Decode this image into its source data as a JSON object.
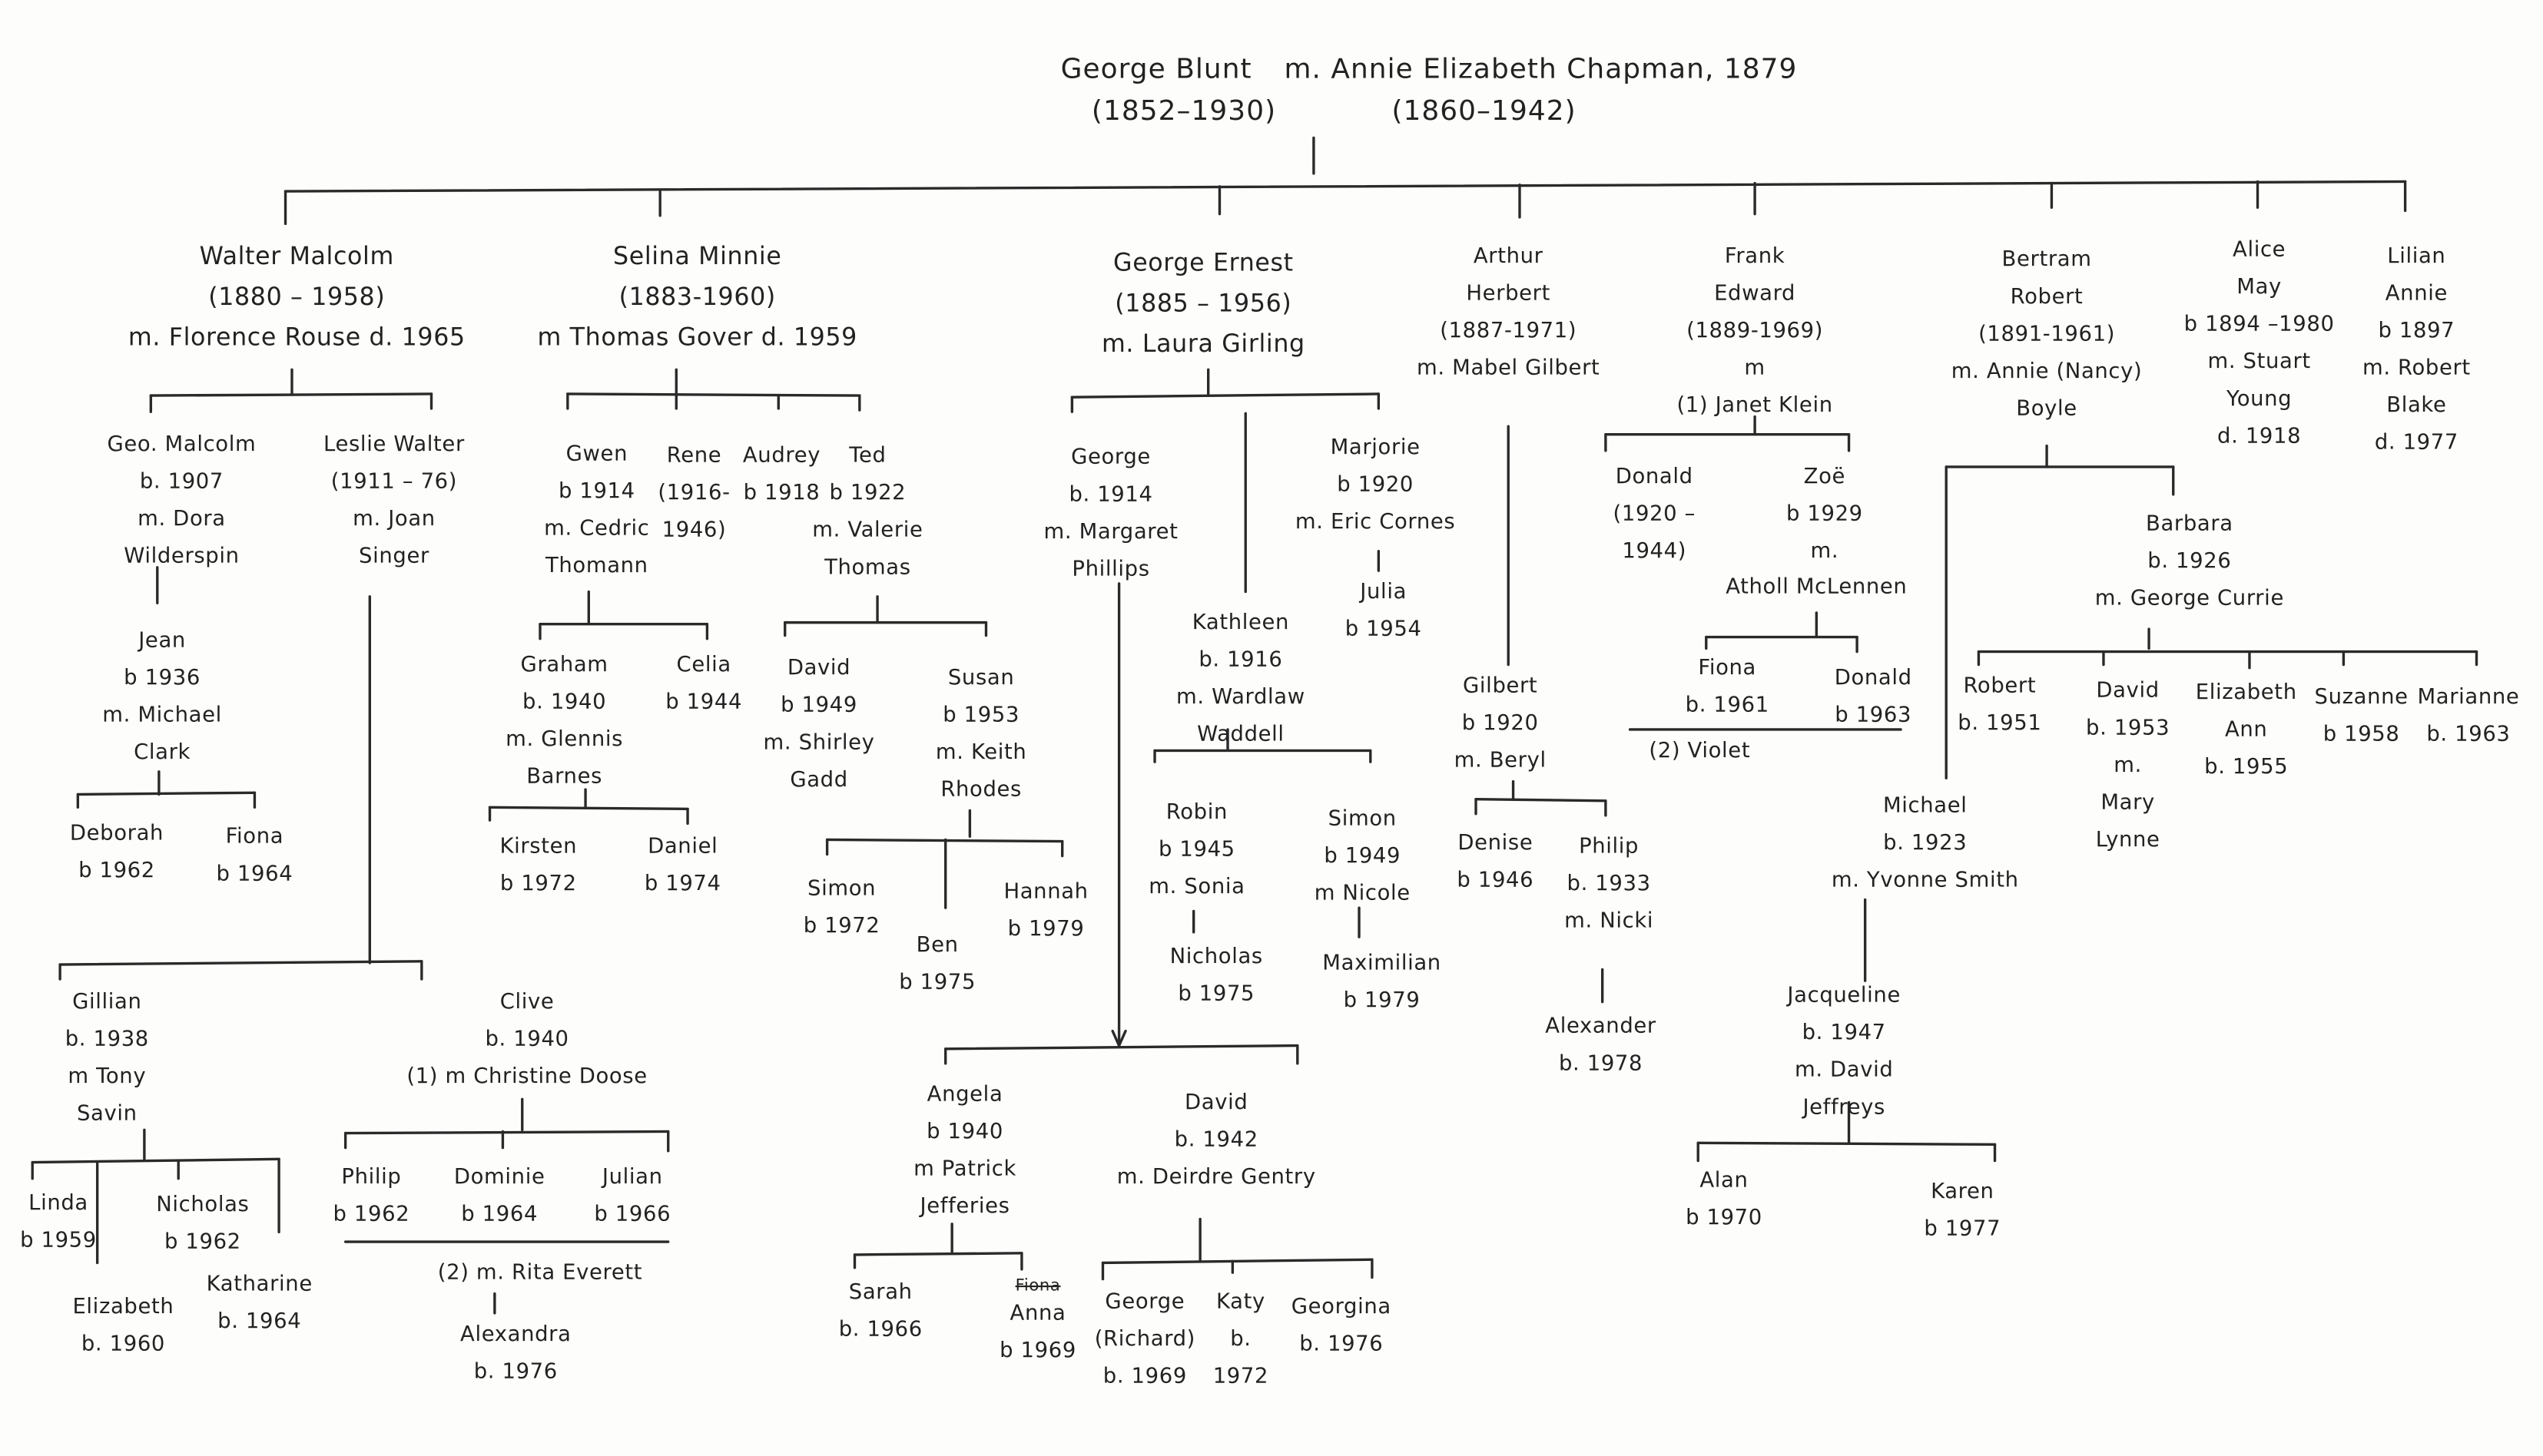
{
  "root": {
    "name": "George Blunt",
    "marriage": "m. Annie Elizabeth Chapman, 1879",
    "dates_husband": "(1852–1930)",
    "dates_wife": "(1860–1942)"
  },
  "nodes": {
    "walter": [
      "Walter Malcolm",
      "(1880 – 1958)",
      "m. Florence Rouse d. 1965"
    ],
    "selina": [
      "Selina Minnie",
      "(1883-1960)",
      "m Thomas Gover d. 1959"
    ],
    "george_ernest": [
      "George Ernest",
      "(1885 – 1956)",
      "m. Laura Girling"
    ],
    "arthur": [
      "Arthur",
      "Herbert",
      "(1887-1971)",
      "m. Mabel Gilbert"
    ],
    "frank": [
      "Frank",
      "Edward",
      "(1889-1969)",
      "m",
      "(1) Janet Klein"
    ],
    "bertram": [
      "Bertram",
      "Robert",
      "(1891-1961)",
      "m. Annie (Nancy)",
      "Boyle"
    ],
    "alice": [
      "Alice",
      "May",
      "b 1894 –1980",
      "m. Stuart",
      "Young",
      "d. 1918"
    ],
    "lilian": [
      "Lilian",
      "Annie",
      "b 1897",
      "m. Robert",
      "Blake",
      "d. 1977"
    ],
    "geo_malcolm": [
      "Geo. Malcolm",
      "b. 1907",
      "m. Dora",
      "Wilderspin"
    ],
    "leslie": [
      "Leslie Walter",
      "(1911 – 76)",
      "m. Joan",
      "Singer"
    ],
    "jean": [
      "Jean",
      "b 1936",
      "m. Michael",
      "Clark"
    ],
    "deborah": [
      "Deborah",
      "b 1962"
    ],
    "fiona1": [
      "Fiona",
      "b 1964"
    ],
    "gillian": [
      "Gillian",
      "b. 1938",
      "m Tony",
      "Savin"
    ],
    "clive": [
      "Clive",
      "b. 1940",
      "(1) m Christine Doose"
    ],
    "linda": [
      "Linda",
      "b 1959"
    ],
    "nicholas1": [
      "Nicholas",
      "b 1962"
    ],
    "elizabeth1": [
      "Elizabeth",
      "b. 1960"
    ],
    "katharine": [
      "Katharine",
      "b. 1964"
    ],
    "philip1": [
      "Philip",
      "b 1962"
    ],
    "dominie": [
      "Dominie",
      "b 1964"
    ],
    "julian": [
      "Julian",
      "b 1966"
    ],
    "clive_m2": [
      "(2) m. Rita Everett"
    ],
    "alexandra": [
      "Alexandra",
      "b. 1976"
    ],
    "gwen": [
      "Gwen",
      "b 1914",
      "m. Cedric",
      "Thomann"
    ],
    "rene": [
      "Rene",
      "(1916-",
      "1946)"
    ],
    "audrey": [
      "Audrey",
      "b 1918"
    ],
    "ted": [
      "Ted",
      "b 1922",
      "m. Valerie",
      "Thomas"
    ],
    "graham": [
      "Graham",
      "b. 1940",
      "m. Glennis",
      "Barnes"
    ],
    "celia": [
      "Celia",
      "b 1944"
    ],
    "kirsten": [
      "Kirsten",
      "b 1972"
    ],
    "daniel": [
      "Daniel",
      "b 1974"
    ],
    "david1": [
      "David",
      "b 1949",
      "m. Shirley",
      "Gadd"
    ],
    "susan": [
      "Susan",
      "b 1953",
      "m. Keith",
      "Rhodes"
    ],
    "simon1": [
      "Simon",
      "b 1972"
    ],
    "ben": [
      "Ben",
      "b 1975"
    ],
    "hannah": [
      "Hannah",
      "b 1979"
    ],
    "george2": [
      "George",
      "b. 1914",
      "m. Margaret",
      "Phillips"
    ],
    "kathleen": [
      "Kathleen",
      "b. 1916",
      "m. Wardlaw",
      "Waddell"
    ],
    "marjorie": [
      "Marjorie",
      "b 1920",
      "m. Eric Cornes"
    ],
    "julia": [
      "Julia",
      "b 1954"
    ],
    "robin": [
      "Robin",
      "b 1945",
      "m. Sonia"
    ],
    "nicholas2": [
      "Nicholas",
      "b 1975"
    ],
    "simon2": [
      "Simon",
      "b 1949",
      "m Nicole"
    ],
    "maximilian": [
      "Maximilian",
      "b 1979"
    ],
    "angela": [
      "Angela",
      "b 1940",
      "m Patrick",
      "Jefferies"
    ],
    "david2": [
      "David",
      "b. 1942",
      "m. Deirdre Gentry"
    ],
    "sarah": [
      "Sarah",
      "b. 1966"
    ],
    "anna": [
      "Anna",
      "b 1969"
    ],
    "george_richard": [
      "George",
      "(Richard)",
      "b. 1969"
    ],
    "katy": [
      "Katy",
      "b.",
      "1972"
    ],
    "georgina": [
      "Georgina",
      "b. 1976"
    ],
    "gilbert": [
      "Gilbert",
      "b 1920",
      "m. Beryl"
    ],
    "denise": [
      "Denise",
      "b 1946"
    ],
    "philip2": [
      "Philip",
      "b. 1933",
      "m. Nicki"
    ],
    "alexander": [
      "Alexander",
      "b. 1978"
    ],
    "donald1": [
      "Donald",
      "(1920 –",
      "1944)"
    ],
    "zoe": [
      "Zoë",
      "b 1929",
      "m."
    ],
    "atholl": [
      "Atholl McLennen"
    ],
    "fiona2": [
      "Fiona",
      "b. 1961"
    ],
    "donald2": [
      "Donald",
      "b 1963"
    ],
    "violet": [
      "(2) Violet"
    ],
    "barbara": [
      "Barbara",
      "b. 1926",
      "m. George Currie"
    ],
    "robert": [
      "Robert",
      "b. 1951"
    ],
    "david3": [
      "David",
      "b. 1953",
      "m.",
      "Mary",
      "Lynne"
    ],
    "elizabeth2": [
      "Elizabeth",
      "Ann",
      "b. 1955"
    ],
    "suzanne": [
      "Suzanne",
      "b 1958"
    ],
    "marianne": [
      "Marianne",
      "b. 1963"
    ],
    "michael": [
      "Michael",
      "b. 1923",
      "m. Yvonne Smith"
    ],
    "jacqueline": [
      "Jacqueline",
      "b. 1947",
      "m. David",
      "Jeffreys"
    ],
    "alan": [
      "Alan",
      "b 1970"
    ],
    "karen": [
      "Karen",
      "b 1977"
    ]
  },
  "struck": {
    "anna": "Fiona"
  }
}
